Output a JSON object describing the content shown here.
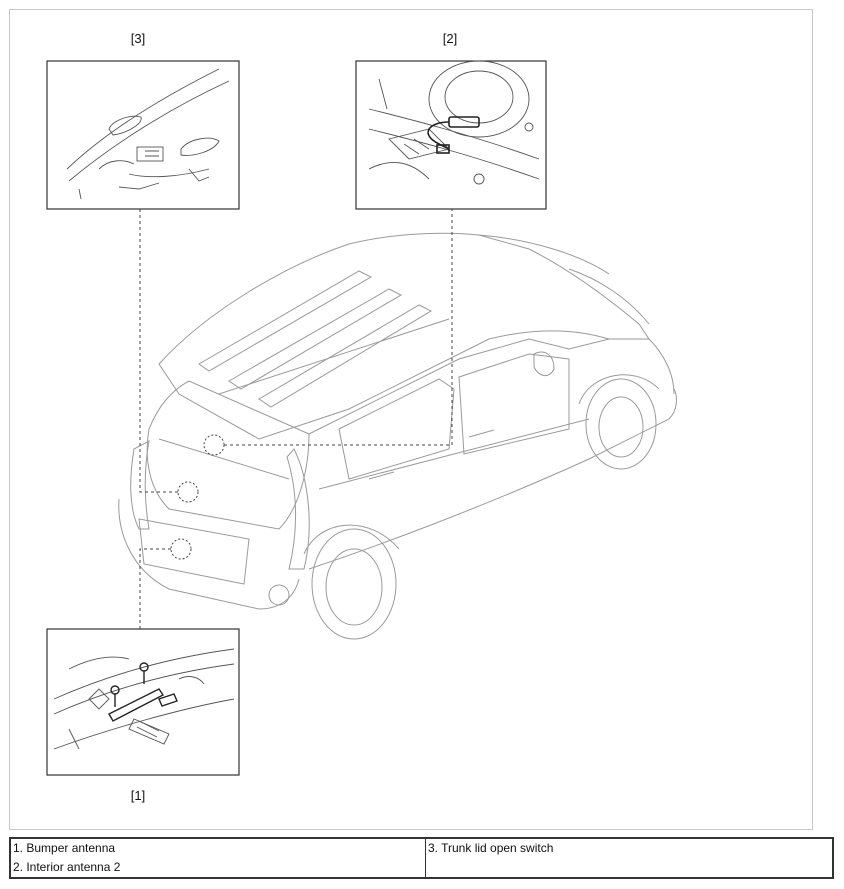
{
  "callouts": {
    "label_3": "[3]",
    "label_2": "[2]",
    "label_1": "[1]"
  },
  "legend": {
    "item_1": "1. Bumper antenna",
    "item_2": "2. Interior antenna 2",
    "item_3": "3. Trunk lid open switch"
  },
  "colors": {
    "line": "#9a9a9a",
    "detail_line": "#555555",
    "frame": "#c8c8c8",
    "dash": "#444444"
  }
}
